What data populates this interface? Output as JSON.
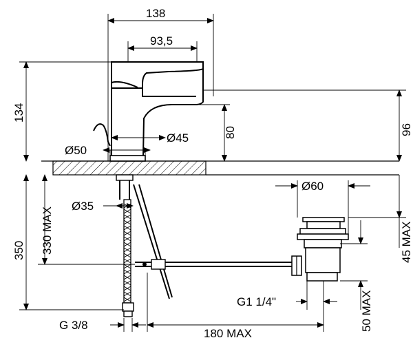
{
  "dimensions": {
    "width_138": "138",
    "spout_93_5": "93,5",
    "total_height_134": "134",
    "spout_height_80": "80",
    "height_96": "96",
    "base_dia_50": "Ø50",
    "body_dia_45": "Ø45",
    "hole_dia_35": "Ø35",
    "depth_350": "350",
    "depth_330_max": "330 MAX",
    "drain_dia_60": "Ø60",
    "drain_45_max": "45 MAX",
    "thread_g1_1_4": "G1 1/4\"",
    "drain_50_max": "50 MAX",
    "thread_g3_8": "G 3/8",
    "reach_180_max": "180 MAX"
  }
}
